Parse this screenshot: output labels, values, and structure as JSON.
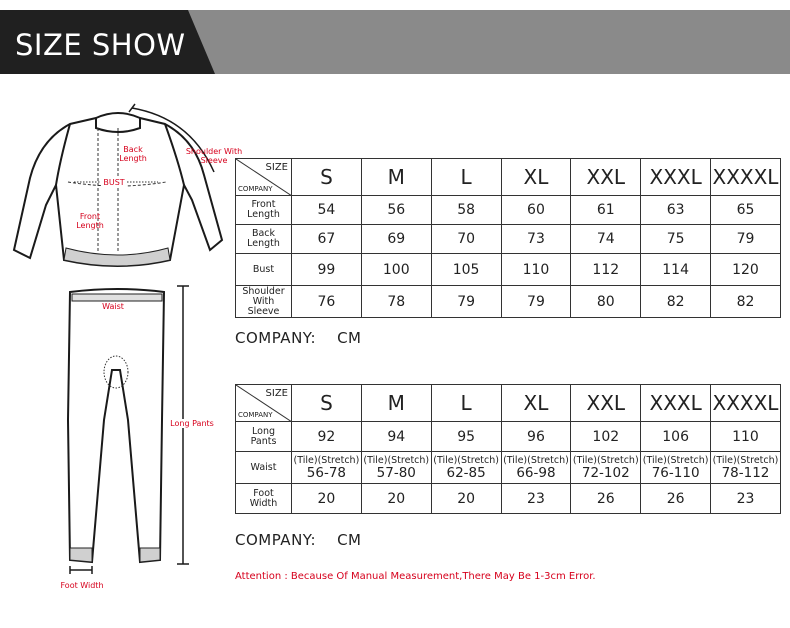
{
  "header": {
    "title": "SIZE SHOW"
  },
  "illustration": {
    "jacket_labels": {
      "back_length": "Back\nLength",
      "shoulder": "Shoulder With\nSleeve",
      "bust": "BUST",
      "front_length": "Front\nLength"
    },
    "pants_labels": {
      "waist": "Waist",
      "long_pants": "Long Pants",
      "foot_width": "Foot Width"
    }
  },
  "jacket_table": {
    "corner_size": "SIZE",
    "corner_company": "COMPANY",
    "sizes": [
      "S",
      "M",
      "L",
      "XL",
      "XXL",
      "XXXL",
      "XXXXL"
    ],
    "rows": [
      {
        "label": "Front\nLength",
        "values": [
          "54",
          "56",
          "58",
          "60",
          "61",
          "63",
          "65"
        ]
      },
      {
        "label": "Back\nLength",
        "values": [
          "67",
          "69",
          "70",
          "73",
          "74",
          "75",
          "79"
        ]
      },
      {
        "label": "Bust",
        "values": [
          "99",
          "100",
          "105",
          "110",
          "112",
          "114",
          "120"
        ]
      },
      {
        "label": "Shoulder\nWith\nSleeve",
        "values": [
          "76",
          "78",
          "79",
          "79",
          "80",
          "82",
          "82"
        ]
      }
    ]
  },
  "company1": "COMPANY:    CM",
  "pants_table": {
    "corner_size": "SIZE",
    "corner_company": "COMPANY",
    "sizes": [
      "S",
      "M",
      "L",
      "XL",
      "XXL",
      "XXXL",
      "XXXXL"
    ],
    "rows": [
      {
        "label": "Long\nPants",
        "type": "plain",
        "values": [
          "92",
          "94",
          "95",
          "96",
          "102",
          "106",
          "110"
        ]
      },
      {
        "label": "Waist",
        "type": "waist",
        "note": "(Tile)(Stretch)",
        "values": [
          "56-78",
          "57-80",
          "62-85",
          "66-98",
          "72-102",
          "76-110",
          "78-112"
        ]
      },
      {
        "label": "Foot\nWidth",
        "type": "plain",
        "values": [
          "20",
          "20",
          "20",
          "23",
          "26",
          "26",
          "23"
        ]
      }
    ]
  },
  "company2": "COMPANY:    CM",
  "attention": "Attention : Because Of Manual Measurement,There May Be 1-3cm Error."
}
